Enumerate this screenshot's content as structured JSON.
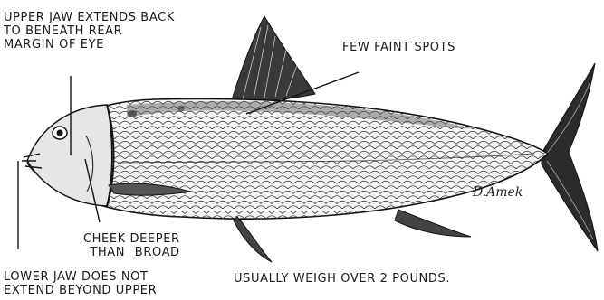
{
  "labels": {
    "upper_jaw": [
      "UPPER JAW EXTENDS BACK",
      "TO BENEATH REAR",
      "MARGIN OF EYE"
    ],
    "spots": "FEW FAINT SPOTS",
    "cheek": [
      "CHEEK DEEPER",
      "THAN BROAD"
    ],
    "lower_jaw": [
      "LOWER JAW DOES NOT",
      "EXTEND BEYOND UPPER"
    ],
    "weight": "USUALLY WEIGH OVER 2 POUNDS.",
    "signature": "D.Amek"
  },
  "colors": {
    "ink": "#1a1a1a",
    "paper": "#ffffff"
  }
}
